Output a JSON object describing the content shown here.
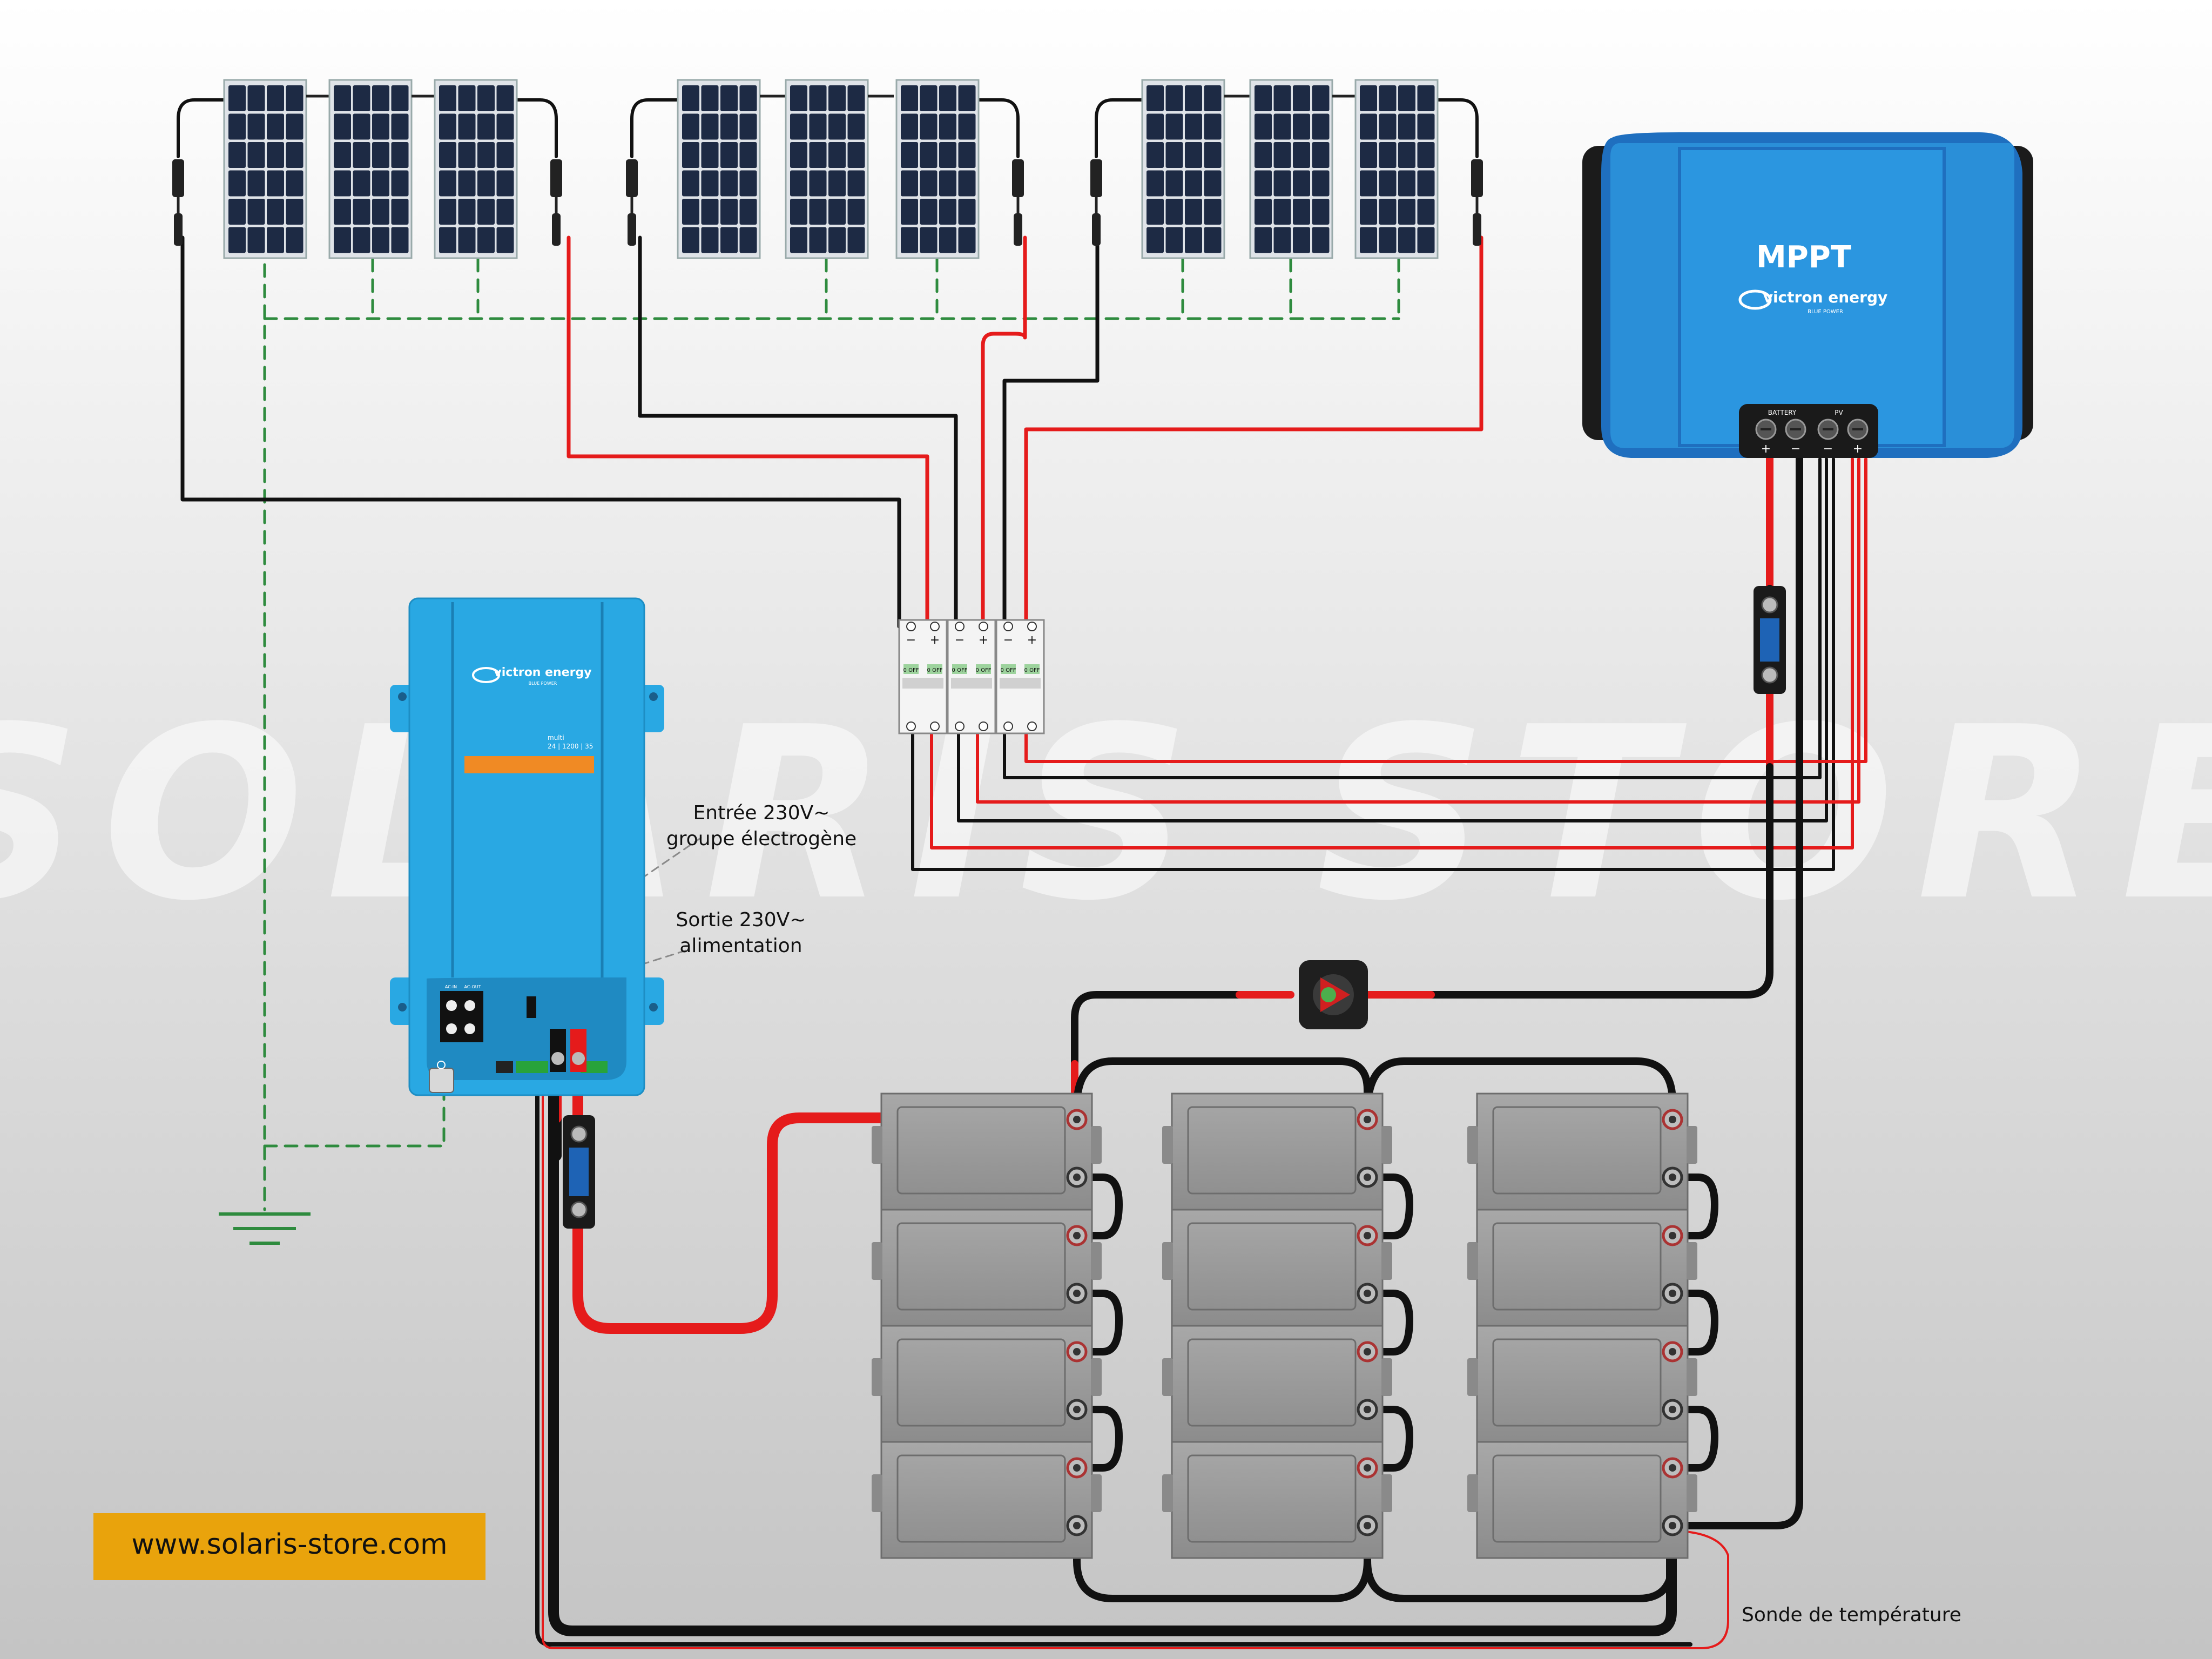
{
  "watermark": "SOLARIS STORE",
  "mppt": {
    "title": "MPPT",
    "brand": "victron energy",
    "brand_sub": "BLUE POWER",
    "terminal_battery": "BATTERY",
    "terminal_pv": "PV",
    "plus": "+",
    "minus": "−"
  },
  "inverter": {
    "brand": "victron energy",
    "brand_sub": "BLUE POWER",
    "model_line1": "multi",
    "model_line2": "24 | 1200 | 35",
    "port_ac_in": "AC-IN",
    "port_ac_out": "AC-OUT"
  },
  "breakers": {
    "minus": "−",
    "plus": "+",
    "off": "0 OFF",
    "count": 3
  },
  "labels": {
    "input": "Entrée 230V~\ngroupe électrogène",
    "output": "Sortie 230V~\nalimentation",
    "temp_probe": "Sonde de température"
  },
  "website": "www.solaris-store.com",
  "colors": {
    "bg_top": "#ffffff",
    "bg_bottom": "#c4c4c4",
    "victron_blue": "#2a8fd8",
    "inverter_blue": "#29a8e3",
    "orange": "#f08a24",
    "red_wire": "#e51b1b",
    "black_wire": "#111111",
    "ground": "#2e8b3e",
    "battery": "#9a9a9a",
    "panel": "#1d2a44",
    "website_bg": "#e9a30c"
  },
  "layout": {
    "battery_rows": 4,
    "battery_cols": 3,
    "solar_strings": 3,
    "panels_per_string": 3
  }
}
